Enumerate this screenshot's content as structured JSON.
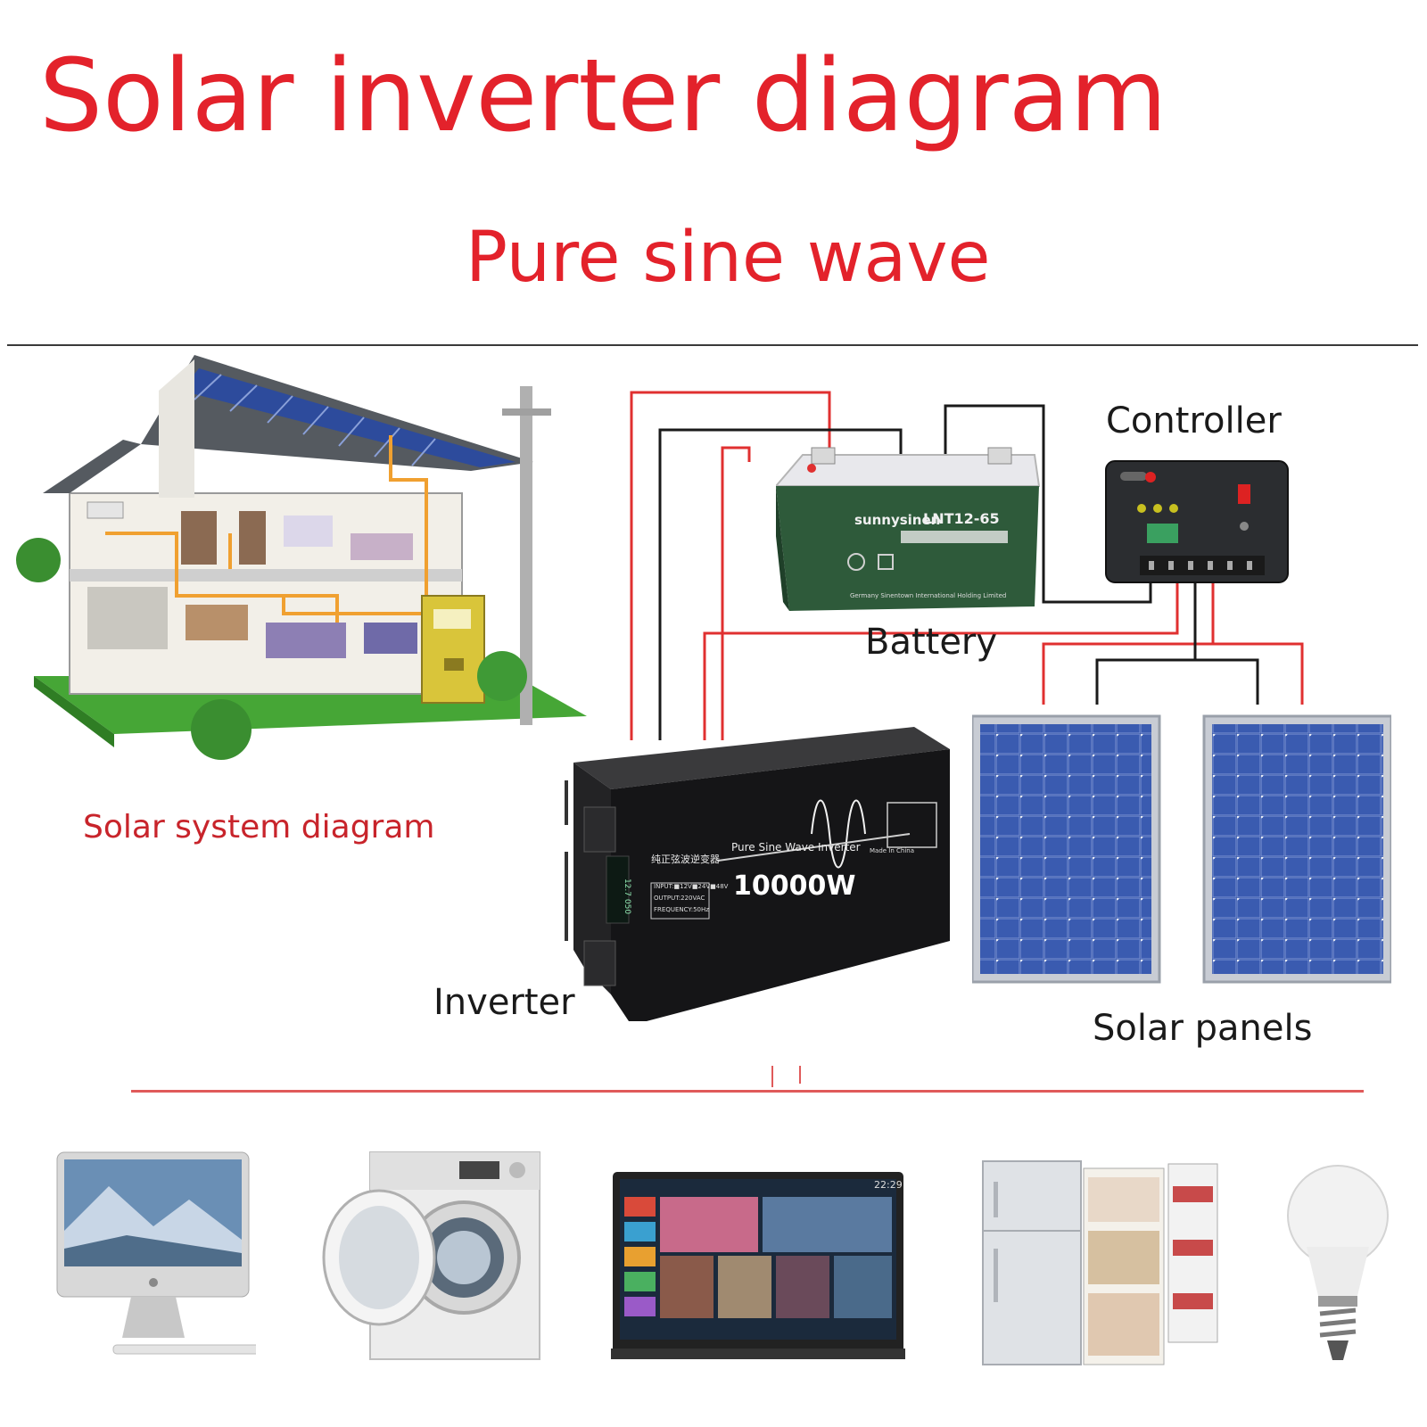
{
  "title": "Solar inverter diagram",
  "subtitle": "Pure sine wave",
  "labels": {
    "controller": "Controller",
    "battery": "Battery",
    "inverter": "Inverter",
    "solar_panels": "Solar panels",
    "solar_system": "Solar system diagram"
  },
  "battery": {
    "brand": "sunnysinen",
    "model": "LNT12-65",
    "footer": "Germany Sinentown International Holding Limited"
  },
  "inverter": {
    "chinese_name": "纯正弦波逆变器",
    "type_label": "Pure Sine Wave Inverter",
    "power": "10000W",
    "input": "INPUT:■12V■24V■48V",
    "output": "OUTPUT:220VAC",
    "frequency": "FREQUENCY:50Hz",
    "origin": "Made In China",
    "display": "12.7 050"
  },
  "tv": {
    "clock": "22:29"
  },
  "colors": {
    "title_red": "#e3222b",
    "wire_red": "#e03030",
    "wire_black": "#1a1a1a",
    "battery_green": "#2e5a3a",
    "panel_blue": "#2a4a9a"
  },
  "icons": [
    "house-icon",
    "battery-icon",
    "controller-icon",
    "inverter-icon",
    "solar-panel-icon",
    "computer-icon",
    "washing-machine-icon",
    "tv-icon",
    "refrigerator-icon",
    "light-bulb-icon"
  ]
}
